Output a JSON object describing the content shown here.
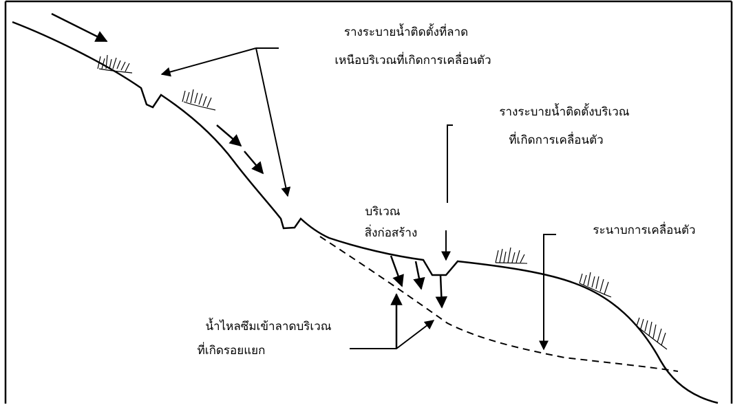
{
  "labels": {
    "upper_drain": [
      "รางระบายน้ำติดตั้งที่ลาด",
      "เหนือบริเวณที่เกิดการเคลื่อนตัว"
    ],
    "movement_area_drain": [
      "รางระบายน้ำติดตั้งบริเวณ",
      "ที่เกิดการเคลื่อนตัว"
    ],
    "structure_area": [
      "บริเวณ",
      "สิ่งก่อสร้าง"
    ],
    "slip_plane": [
      "ระนาบการเคลื่อนตัว"
    ],
    "seepage": [
      "น้ำไหลซึมเข้าลาดบริเวณ",
      "ที่เกิดรอยแยก"
    ]
  },
  "colors": {
    "ink": "#000000",
    "background": "#ffffff"
  }
}
